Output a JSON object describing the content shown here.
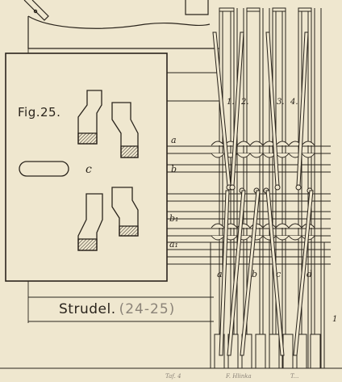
{
  "figure": {
    "fig_label": "Fig.25.",
    "title": "Strudel.",
    "title_range": "(24-25)",
    "center_label": "c",
    "rod_labels_right": [
      "a",
      "b",
      "b₁",
      "a₁"
    ],
    "thread_numbers": [
      "1.",
      "2.",
      "3.",
      "4."
    ],
    "bottom_labels": [
      "a",
      "b",
      "c",
      "d"
    ],
    "page_mark": "1",
    "footer": [
      "Taf. 4",
      "F. Hlinka",
      "T..."
    ]
  },
  "colors": {
    "paper": "#efe7cf",
    "ink": "#2a241c",
    "faded": "#8b8378"
  }
}
